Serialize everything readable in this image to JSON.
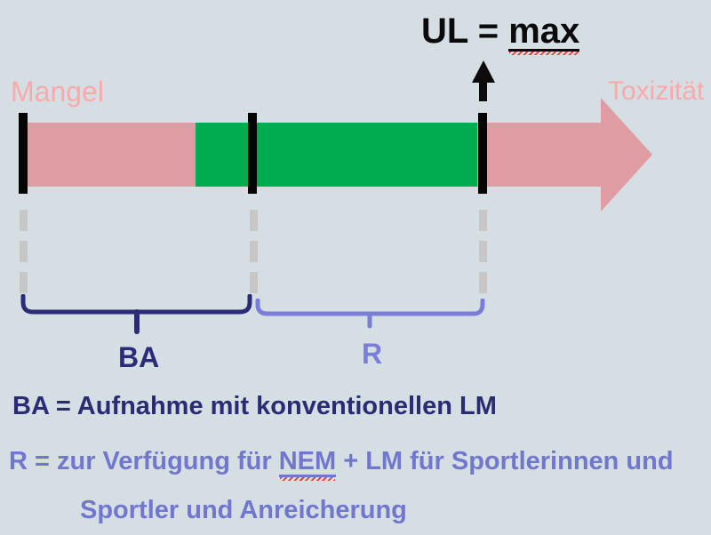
{
  "colors": {
    "background": "#d5dee3",
    "bar_pink": "#df9ca2",
    "bar_green": "#00ac4f",
    "endpoint_label_pink": "#fba9ac",
    "navy": "#2b2b77",
    "periwinkle": "#7a7ed8",
    "tick_black": "#050505",
    "dash_gray": "#c7c7c5",
    "spellcheck_red": "#ee3a34"
  },
  "header": {
    "ul_prefix": "UL = ",
    "ul_underlined": "max"
  },
  "axis": {
    "left_label": "Mangel",
    "right_label": "Toxizität"
  },
  "braces": {
    "ba_label": "BA",
    "r_label": "R"
  },
  "legend": {
    "ba_text": "BA = Aufnahme mit konventionellen LM",
    "r_prefix": "R = zur Verfügung für ",
    "r_underlined": "NEM",
    "r_suffix": " + LM für Sportlerinnen und",
    "r_line2": "Sportler und Anreicherung"
  }
}
